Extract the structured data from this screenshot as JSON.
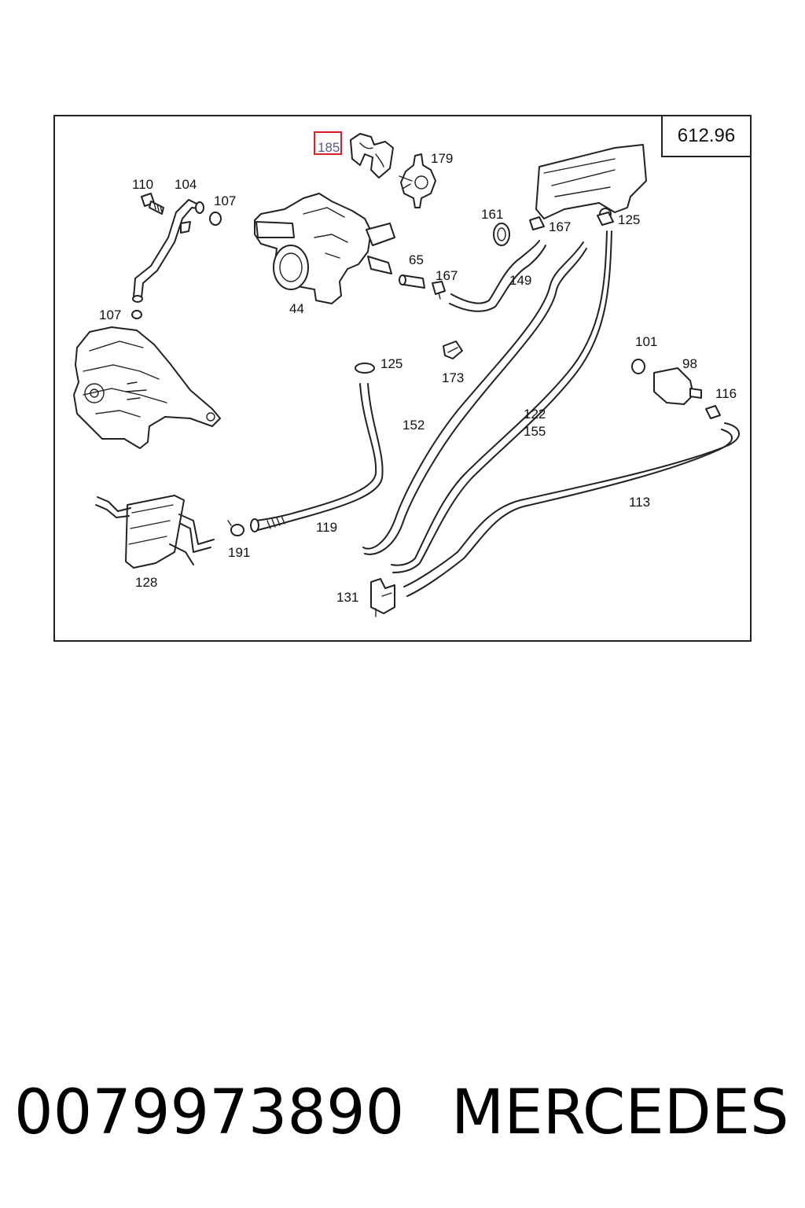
{
  "diagram": {
    "reference_code": "612.96",
    "highlighted_callout": "185",
    "highlight_color": "#d9202a",
    "callouts": {
      "c185": "185",
      "c179": "179",
      "c110": "110",
      "c104": "104",
      "c107a": "107",
      "c107b": "107",
      "c44": "44",
      "c65": "65",
      "c167a": "167",
      "c161": "161",
      "c167b": "167",
      "c149": "149",
      "c125a": "125",
      "c125b": "125",
      "c173": "173",
      "c101": "101",
      "c98": "98",
      "c116": "116",
      "c152": "152",
      "c122": "122",
      "c155": "155",
      "c113": "113",
      "c119": "119",
      "c191": "191",
      "c128": "128",
      "c131": "131"
    }
  },
  "footer": {
    "part_number": "0079973890",
    "brand": "MERCEDES"
  }
}
